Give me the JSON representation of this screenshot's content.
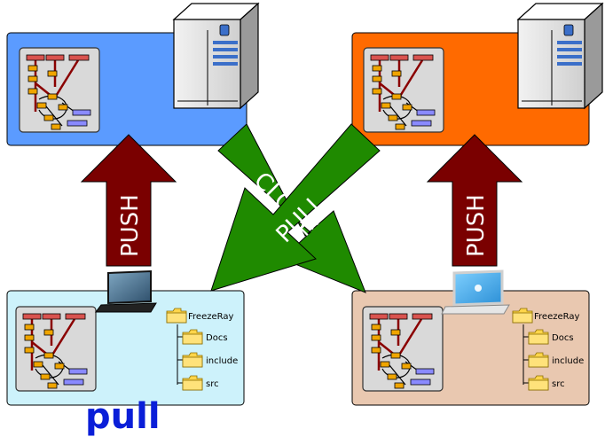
{
  "colors": {
    "server_left_box": "#5b9bff",
    "server_right_box": "#ff6a00",
    "client_left_box": "#cdf2fb",
    "client_right_box": "#e9c8b0",
    "push_arrow": "#7a0000",
    "clone_pull_arrow": "#1f8a00",
    "pull_caption": "#0a1ed8"
  },
  "icons": {
    "server_left": "server-tower-icon",
    "server_right": "server-tower-icon",
    "laptop_left": "laptop-icon",
    "laptop_right": "apple-laptop-icon",
    "repo_graph": "commit-graph-icon",
    "folder": "folder-icon"
  },
  "arrows": {
    "push_left": "PUSH",
    "push_right": "PUSH",
    "clone": "CLONE",
    "pull": "PULL"
  },
  "folder_tree_left": {
    "root": "FreezeRay",
    "children": [
      "Docs",
      "include",
      "src"
    ]
  },
  "folder_tree_right": {
    "root": "FreezeRay",
    "children": [
      "Docs",
      "include",
      "src"
    ]
  },
  "caption": "pull"
}
